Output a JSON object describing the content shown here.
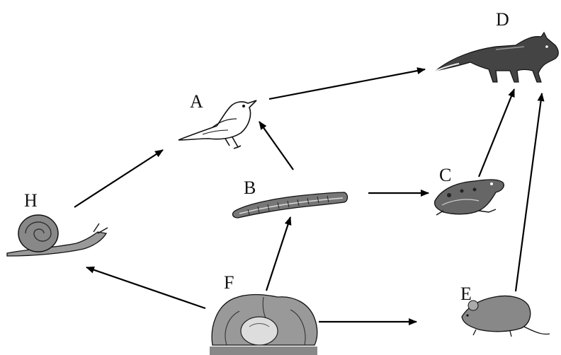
{
  "diagram": {
    "type": "food-web",
    "nodes": [
      {
        "id": "A",
        "label": "A",
        "icon": "bird-icon"
      },
      {
        "id": "B",
        "label": "B",
        "icon": "caterpillar-icon"
      },
      {
        "id": "C",
        "label": "C",
        "icon": "frog-icon"
      },
      {
        "id": "D",
        "label": "D",
        "icon": "fox-icon"
      },
      {
        "id": "E",
        "label": "E",
        "icon": "mouse-icon"
      },
      {
        "id": "F",
        "label": "F",
        "icon": "cabbage-icon"
      },
      {
        "id": "H",
        "label": "H",
        "icon": "snail-icon"
      }
    ],
    "edges": [
      {
        "from": "H",
        "to": "A"
      },
      {
        "from": "A",
        "to": "D"
      },
      {
        "from": "B",
        "to": "A"
      },
      {
        "from": "B",
        "to": "C"
      },
      {
        "from": "C",
        "to": "D"
      },
      {
        "from": "E",
        "to": "D"
      },
      {
        "from": "F",
        "to": "B"
      },
      {
        "from": "F",
        "to": "H"
      },
      {
        "from": "F",
        "to": "E"
      }
    ],
    "colors": {
      "ink": "#111111",
      "fill_dark": "#555555",
      "fill_light": "#bbbbbb"
    }
  }
}
